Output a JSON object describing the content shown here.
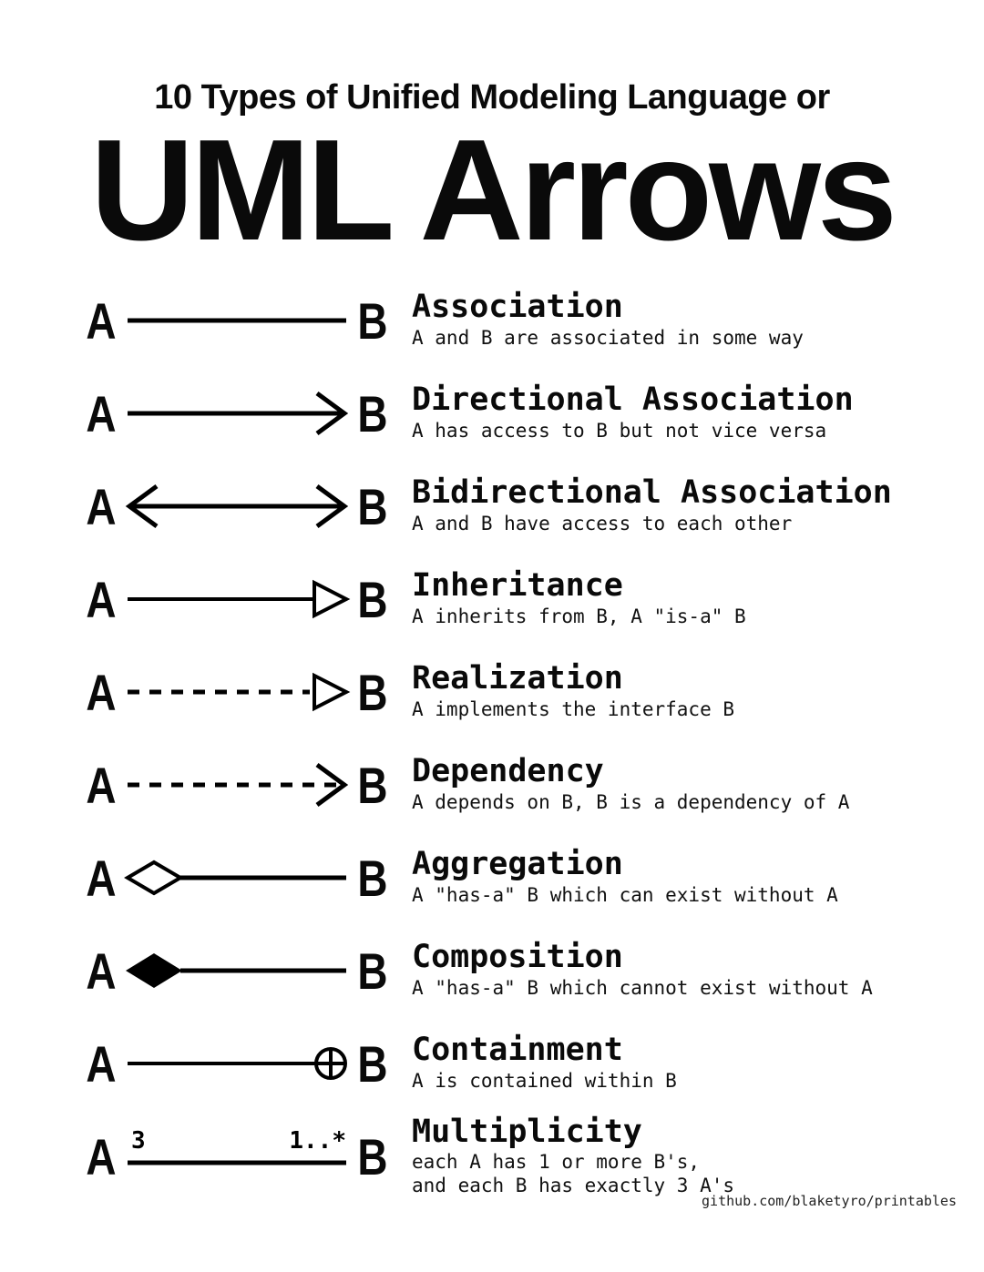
{
  "page": {
    "supertitle": "10 Types of Unified Modeling Language or",
    "title": "UML Arrows",
    "footer": "github.com/blaketyro/printables"
  },
  "colors": {
    "ink": "#000000",
    "background": "#ffffff"
  },
  "labels": {
    "a": "A",
    "b": "B"
  },
  "rows": [
    {
      "name": "Association",
      "description": "A and B are associated in some way",
      "arrow": "plain-line"
    },
    {
      "name": "Directional Association",
      "description": "A has access to B but not vice versa",
      "arrow": "open-arrowhead-at-b"
    },
    {
      "name": "Bidirectional Association",
      "description": "A and B have access to each other",
      "arrow": "open-arrowheads-both-ends"
    },
    {
      "name": "Inheritance",
      "description": "A inherits from B, A \"is-a\" B",
      "arrow": "hollow-triangle-at-b"
    },
    {
      "name": "Realization",
      "description": "A implements the interface B",
      "arrow": "dashed-line-hollow-triangle-at-b"
    },
    {
      "name": "Dependency",
      "description": "A depends on B, B is a dependency of A",
      "arrow": "dashed-line-open-arrowhead-at-b"
    },
    {
      "name": "Aggregation",
      "description": "A \"has-a\" B which can exist without A",
      "arrow": "hollow-diamond-at-a"
    },
    {
      "name": "Composition",
      "description": "A \"has-a\" B which cannot exist without A",
      "arrow": "filled-diamond-at-a"
    },
    {
      "name": "Containment",
      "description": "A is contained within B",
      "arrow": "crossed-circle-at-b"
    },
    {
      "name": "Multiplicity",
      "description": "each A has 1 or more B's,\nand each B has exactly 3 A's",
      "arrow": "plain-line-with-multiplicity-labels",
      "start_label": "3",
      "end_label": "1..*"
    }
  ]
}
